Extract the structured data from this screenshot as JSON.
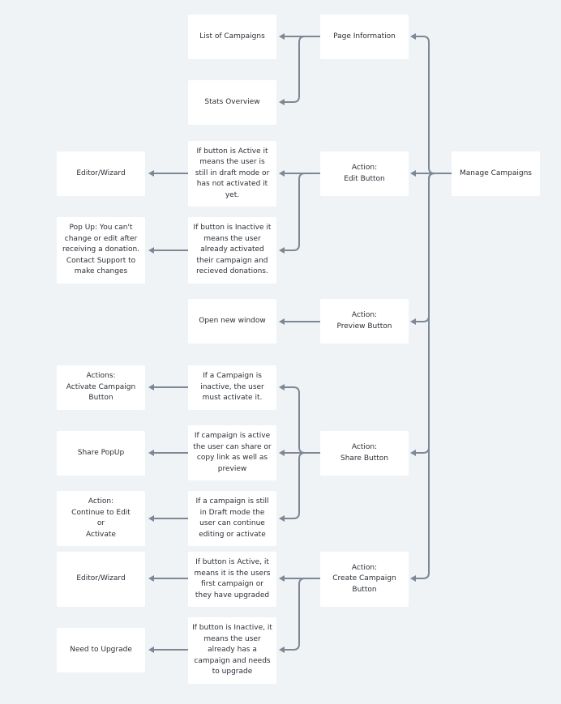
{
  "nodes": {
    "list_of_campaigns": "List of Campaigns",
    "page_information": "Page Information",
    "stats_overview": "Stats Overview",
    "editor_wizard_1": "Editor/Wizard",
    "edit_active_condition": "If button is Active it\nmeans the user is\nstill in draft mode or\nhas not activated it\nyet.",
    "edit_button": "Action:\nEdit Button",
    "manage_campaigns": "Manage Campaigns",
    "popup_cant_change": "Pop Up: You can't\nchange or edit after\nreceiving a donation.\nContact Support to\nmake changes",
    "edit_inactive_condition": "If button is Inactive it\nmeans the user\nalready activated\ntheir campaign and\nrecieved donations.",
    "open_new_window": "Open new window",
    "preview_button": "Action:\nPreview Button",
    "activate_campaign_button": "Actions:\nActivate Campaign\nButton",
    "share_inactive_condition": "If a Campaign is\ninactive, the user\nmust activate it.",
    "share_popup": "Share PopUp",
    "share_active_condition": "If campaign is active\nthe user can share or\ncopy link as well as\npreview",
    "share_button": "Action:\nShare Button",
    "continue_edit_activate": "Action:\nContinue to Edit\nor\nActivate",
    "share_draft_condition": "If a campaign is still\nin Draft mode the\nuser can continue\nediting or activate",
    "editor_wizard_2": "Editor/Wizard",
    "create_active_condition": "If button is Active, it\nmeans it is the users\nfirst campaign or\nthey have upgraded",
    "create_campaign_button": "Action:\nCreate Campaign\nButton",
    "need_to_upgrade": "Need to Upgrade",
    "create_inactive_condition": "If button is Inactive, it\nmeans the user\nalready has a\ncampaign and needs\nto upgrade"
  },
  "colors": {
    "background": "#f0f3f6",
    "node_fill": "#ffffff",
    "connector": "#7d8896",
    "text": "#2b2f36"
  }
}
